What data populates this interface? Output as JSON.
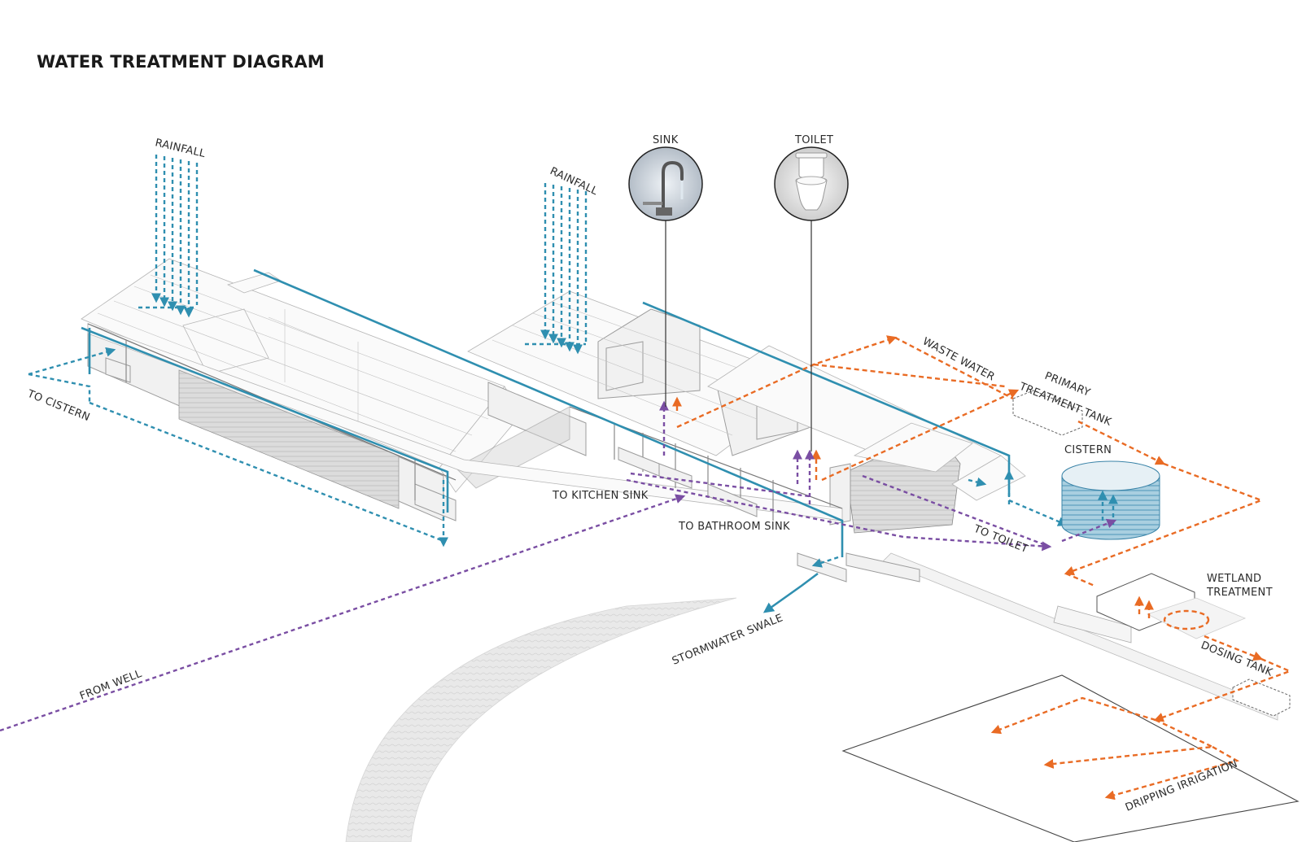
{
  "title": "WATER TREATMENT DIAGRAM",
  "labels": {
    "rainfall_1": "RAINFALL",
    "rainfall_2": "RAINFALL",
    "sink": "SINK",
    "toilet": "TOILET",
    "to_cistern": "TO CISTERN",
    "waste_water": "WASTE WATER",
    "primary_treatment_tank_1": "PRIMARY",
    "primary_treatment_tank_2": "TREATMENT TANK",
    "cistern": "CISTERN",
    "to_kitchen_sink": "TO KITCHEN SINK",
    "to_bathroom_sink": "TO BATHROOM SINK",
    "to_toilet": "TO TOILET",
    "wetland_treatment_1": "WETLAND",
    "wetland_treatment_2": "TREATMENT",
    "stormwater_swale": "STORMWATER SWALE",
    "dosing_tank": "DOSING TANK",
    "from_well": "FROM WELL",
    "dripping_irrigation": "DRIPPING IRRIGATION"
  },
  "colors": {
    "rainwater": "#2f8fb0",
    "wastewater": "#e96b24",
    "well_water": "#7a4ea3"
  },
  "icons": {
    "sink_inset": "faucet-icon",
    "toilet_inset": "toilet-icon"
  }
}
